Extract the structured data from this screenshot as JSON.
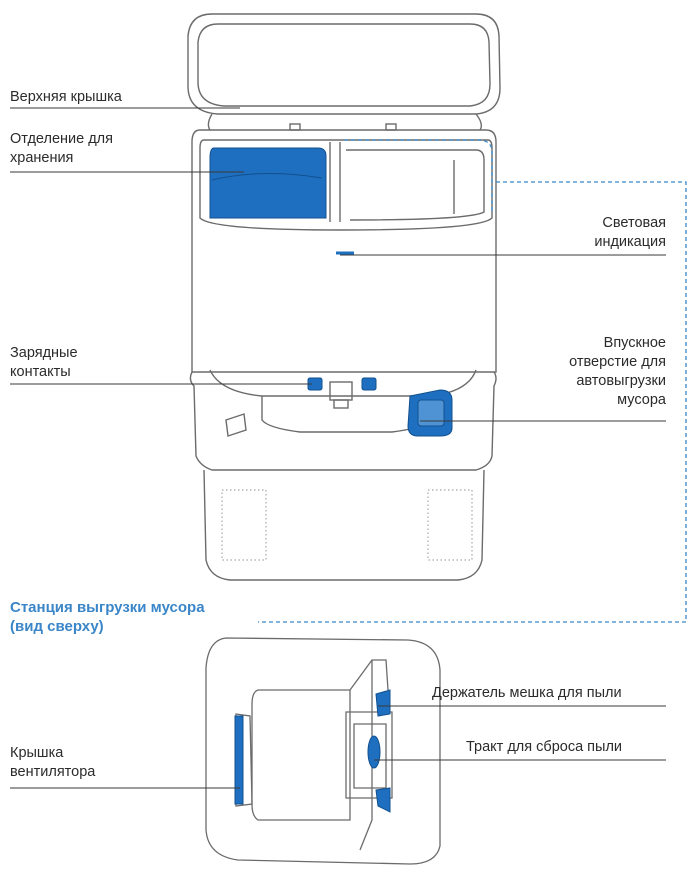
{
  "colors": {
    "accent": "#1e6fc0",
    "accent_dark": "#13508f",
    "outline": "#6b6b6b",
    "leader": "#3a3a3a",
    "dashed_callout": "#3a86c8",
    "section_title": "#3a86c8"
  },
  "labels": {
    "top_lid": "Верхняя крышка",
    "storage_compartment": "Отделение для\nхранения",
    "indicator_light": "Световая\nиндикация",
    "charging_contacts": "Зарядные\nконтакты",
    "auto_empty_inlet": "Впускное\nотверстие для\nавтовыгрузки\nмусора",
    "station_title": "Станция выгрузки мусора\n(вид сверху)",
    "dust_bag_holder": "Держатель мешка для пыли",
    "fan_cover": "Крышка\nвентилятора",
    "dust_discharge_path": "Тракт для сброса пыли"
  }
}
